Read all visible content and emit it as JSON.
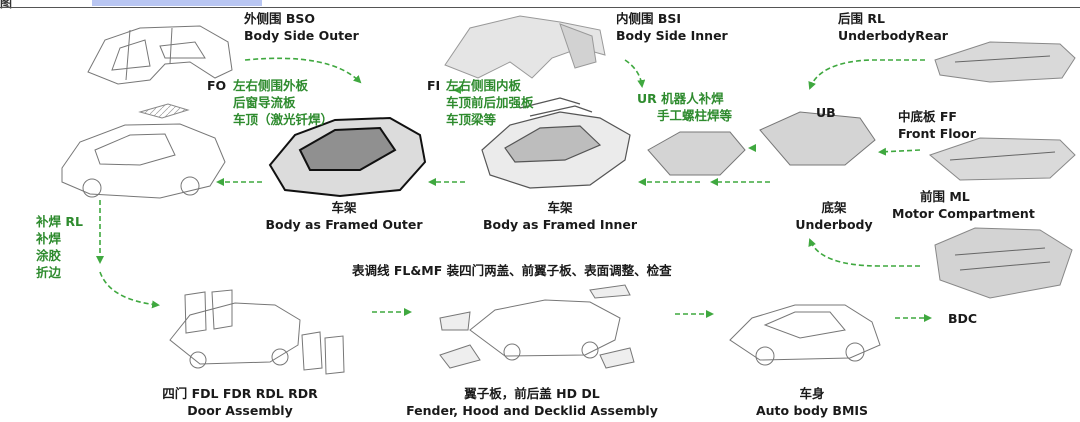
{
  "figure_prefix": "图",
  "nodes": {
    "bso": {
      "cn": "外侧围 BSO",
      "en": "Body Side Outer"
    },
    "bsi": {
      "cn": "内侧围 BSI",
      "en": "Body Side Inner"
    },
    "rl": {
      "cn": "后围 RL",
      "en": "UnderbodyRear"
    },
    "fo": {
      "code": "FO",
      "l1": "左右侧围外板",
      "l2": "后窗导流板",
      "l3": "车顶（激光钎焊）"
    },
    "fi": {
      "code": "FI",
      "l1": "左右侧围内板",
      "l2": "车顶前后加强板",
      "l3": "车顶梁等"
    },
    "ur": {
      "l1": "UR  机器人补焊",
      "l2": "手工螺柱焊等"
    },
    "ub": {
      "label": "UB"
    },
    "ff": {
      "cn": "中底板 FF",
      "en": "Front Floor"
    },
    "ml": {
      "cn": "前围 ML",
      "en": "Motor Compartment"
    },
    "bfo": {
      "cn": "车架",
      "en": "Body as Framed Outer"
    },
    "bfi": {
      "cn": "车架",
      "en": "Body as Framed Inner"
    },
    "underbody": {
      "cn": "底架",
      "en": "Underbody"
    },
    "rlweld": {
      "l1": "补焊 RL",
      "l2": "补焊",
      "l3": "涂胶",
      "l4": "折边"
    },
    "flmf": {
      "label": "表调线   FL&MF  装四门两盖、前翼子板、表面调整、检查"
    },
    "door": {
      "cn": "四门 FDL FDR RDL RDR",
      "en": "Door Assembly"
    },
    "fender": {
      "cn": "翼子板，前后盖 HD DL",
      "en": "Fender, Hood and Decklid Assembly"
    },
    "bmis": {
      "cn": "车身",
      "en": "Auto body BMIS"
    },
    "bdc": {
      "label": "BDC"
    }
  },
  "colors": {
    "arrow": "#3fa83f",
    "label_green": "#2e8b2e",
    "highlight": "#b9c6f2"
  }
}
